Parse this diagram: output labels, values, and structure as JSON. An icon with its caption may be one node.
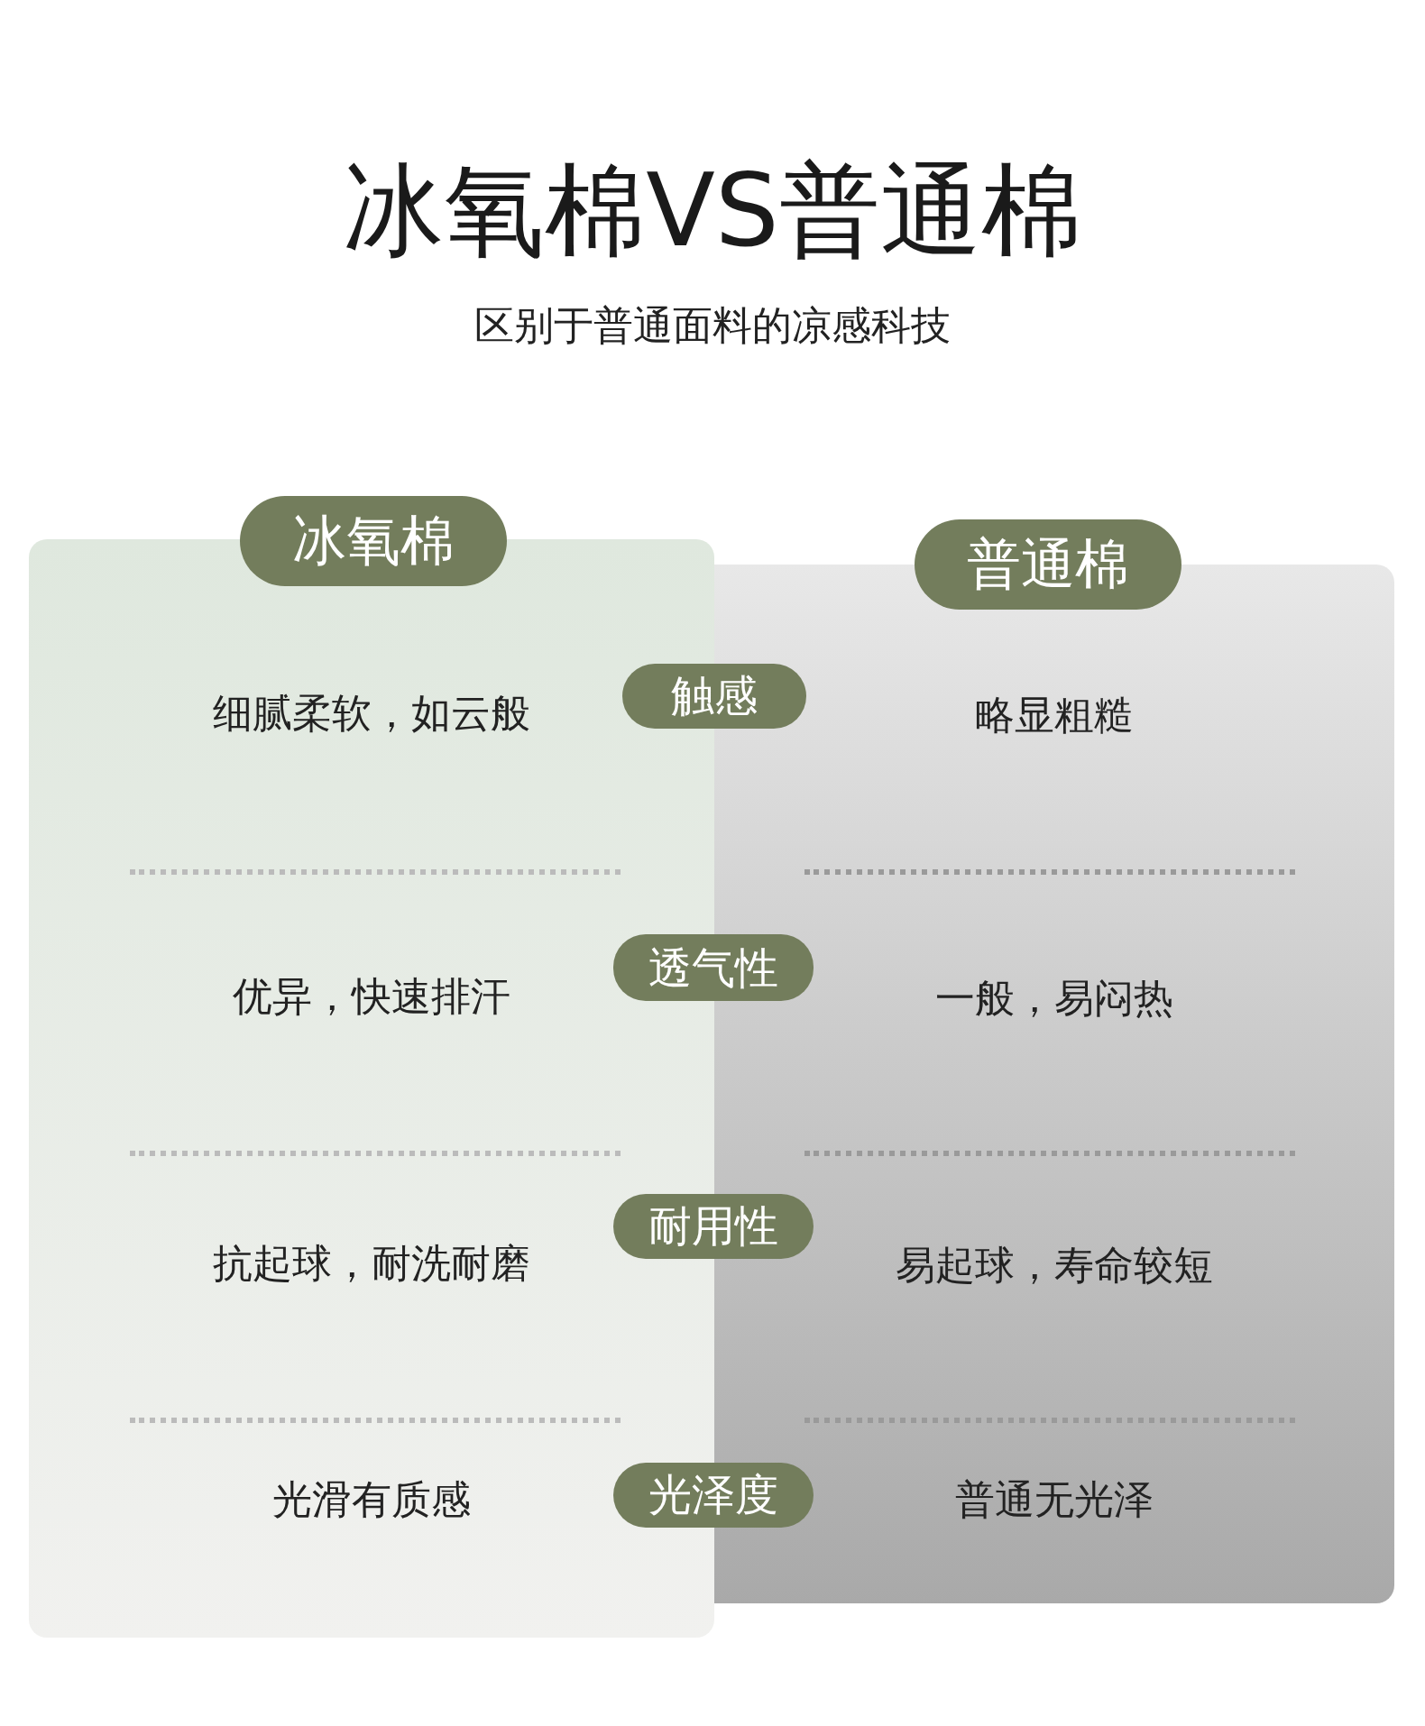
{
  "diagram": {
    "title": "冰氧棉VS普通棉",
    "nodes": [
      {
        "text": [
          "冰氧棉",
          "细腻柔软，如云般",
          "优异，快速排汗",
          "抗起球，耐洗耐磨",
          "光滑有质感"
        ]
      },
      {
        "text": [
          "普通棉",
          "略显粗糙",
          "一般，易闷热",
          "易起球，寿命较短",
          "普通无光泽"
        ]
      },
      {
        "text": [
          "触感"
        ]
      },
      {
        "text": [
          "透气性"
        ]
      },
      {
        "text": [
          "耐用性"
        ]
      },
      {
        "text": [
          "光泽度"
        ]
      }
    ],
    "labels": [
      "区别于普通面料的凉感科技"
    ]
  }
}
